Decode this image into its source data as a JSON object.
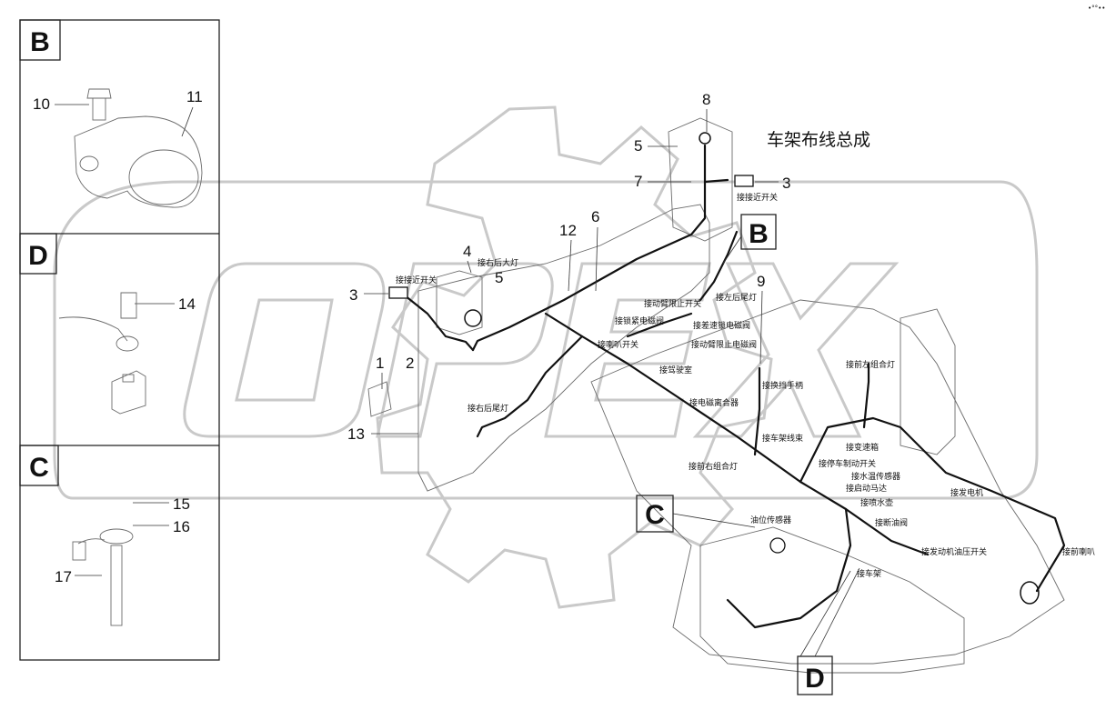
{
  "title": "车架布线总成",
  "watermark_text": "OPEX",
  "corner_mark": "•°°••",
  "colors": {
    "line": "#111111",
    "watermark": "#c9c9c9",
    "panel_border": "#222222"
  },
  "panels": [
    {
      "id": "B",
      "letter": "B",
      "labels": [
        "10",
        "11"
      ]
    },
    {
      "id": "D",
      "letter": "D",
      "labels": [
        "14"
      ]
    },
    {
      "id": "C",
      "letter": "C",
      "labels": [
        "15",
        "16",
        "17"
      ]
    }
  ],
  "callout_letters": {
    "B": "B",
    "C": "C",
    "D": "D"
  },
  "part_numbers": {
    "n1": "1",
    "n2": "2",
    "n3a": "3",
    "n3b": "3",
    "n4": "4",
    "n5a": "5",
    "n5b": "5",
    "n6": "6",
    "n7": "7",
    "n8": "8",
    "n9": "9",
    "n12": "12",
    "n13": "13"
  },
  "connector_labels": {
    "prox_right": "接接近开关",
    "prox_left": "接接近开关",
    "right_big_lamp": "接右后大灯",
    "boom_limit": "接动臂限止开关",
    "left_tail": "接左后尾灯",
    "lock_valve": "接锁紧电磁阀",
    "shift_valve": "接差速锁电磁阀",
    "horn_switch": "接喇叭开关",
    "boom_stop_valve": "接动臂限止电磁阀",
    "cab": "接驾驶室",
    "right_tail": "接右后尾灯",
    "clutch": "接电磁离合器",
    "shift_handle": "接换挡手柄",
    "front_left_combo": "接前左组合灯",
    "frame_harness": "接车架线束",
    "gearbox": "接变速箱",
    "front_right_combo": "接前右组合灯",
    "park_brake": "接停车制动开关",
    "water_temp": "接水温传感器",
    "starter": "接启动马达",
    "generator": "接发电机",
    "oil_sensor": "油位传感器",
    "spray_lamp": "接喷水壶",
    "fuel_cut": "接断油阀",
    "engine_oil": "接发动机油压开关",
    "frame": "接车架",
    "front_horn": "接前喇叭"
  }
}
